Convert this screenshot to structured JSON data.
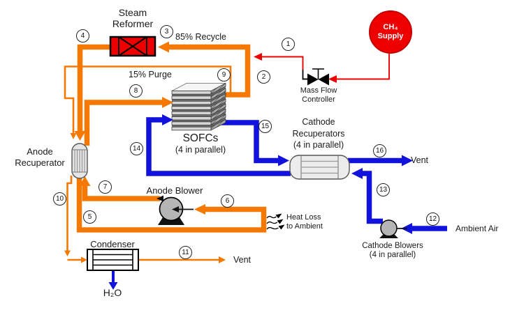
{
  "title": "SOFC system process flow diagram",
  "equipment": {
    "steam_reformer": {
      "line1": "Steam",
      "line2": "Reformer"
    },
    "sofc_stack": {
      "line1": "SOFCs",
      "line2": "(4 in parallel)"
    },
    "anode_recuperator": {
      "line1": "Anode",
      "line2": "Recuperator"
    },
    "cathode_recuperators": {
      "line1": "Cathode",
      "line2": "Recuperators",
      "line3": "(4 in parallel)"
    },
    "anode_blower": {
      "label": "Anode Blower"
    },
    "cathode_blowers": {
      "line1": "Cathode Blowers",
      "line2": "(4 in parallel)"
    },
    "condenser": {
      "label": "Condenser"
    },
    "mass_flow_controller": {
      "line1": "Mass Flow",
      "line2": "Controller"
    },
    "ch4_supply": {
      "line1": "CH₄",
      "line2": "Supply"
    }
  },
  "annotations": {
    "recycle": "85% Recycle",
    "purge": "15% Purge",
    "heat_loss_line1": "Heat Loss",
    "heat_loss_line2": "to Ambient",
    "ambient_air": "Ambient Air",
    "vent_cathode": "Vent",
    "vent_condenser": "Vent",
    "water": "H₂O"
  },
  "streams": {
    "labels": [
      "1",
      "2",
      "3",
      "4",
      "5",
      "6",
      "7",
      "8",
      "9",
      "10",
      "11",
      "12",
      "13",
      "14",
      "15",
      "16"
    ]
  },
  "colors": {
    "anode_pipe": "#F57900",
    "cathode_pipe": "#1212DD",
    "fuel_line": "#EE0000",
    "equipment_red": "#EE0000"
  }
}
